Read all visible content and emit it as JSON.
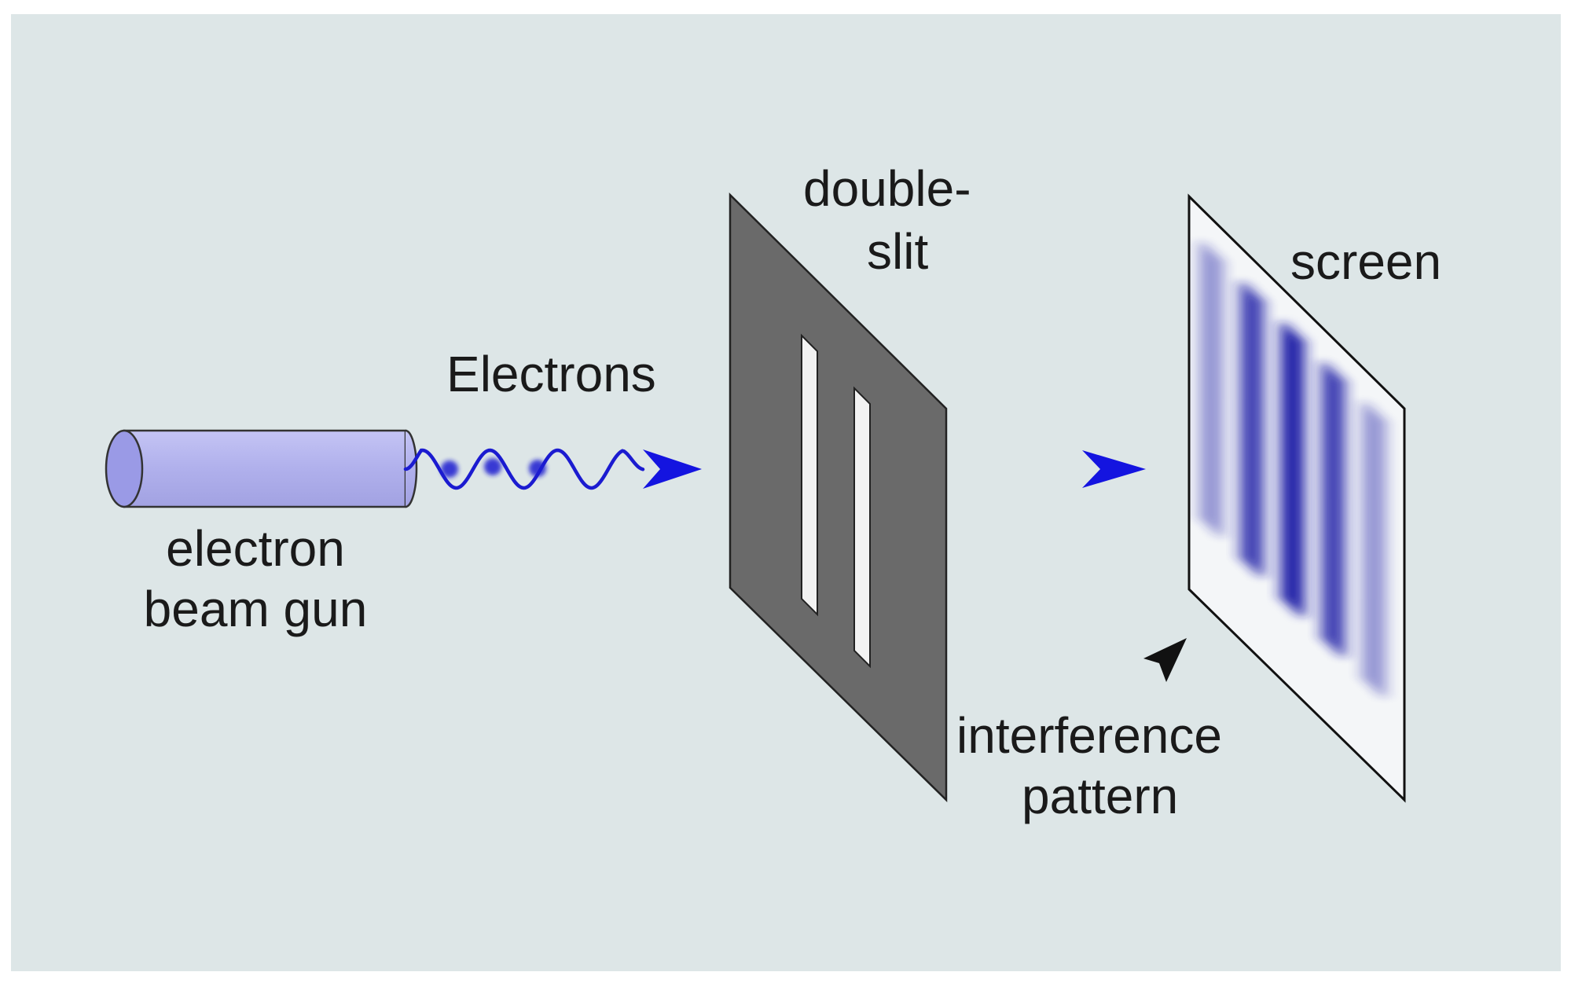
{
  "labels": {
    "electrons": "Electrons",
    "gun_line1": "electron",
    "gun_line2": "beam gun",
    "slit_line1": "double-",
    "slit_line2": "slit",
    "screen": "screen",
    "pattern_line1": "interference",
    "pattern_line2": "pattern"
  },
  "colors": {
    "background": "#dde6e7",
    "gun_fill": "#b2b2ee",
    "gun_cap": "#9a9ae6",
    "wave": "#1b1bd0",
    "arrow": "#1414e0",
    "slit_plate": "#6a6a6a",
    "slit_opening": "#f2f2f2",
    "screen_fill": "#f4f6f8",
    "fringe_color": "#1a1aa6",
    "pointer": "#111111"
  },
  "icons": {
    "beam_arrow": "arrowhead-icon",
    "pointer": "pointer-arrow-icon"
  },
  "fringes": {
    "count": 5,
    "intensity": [
      0.45,
      0.85,
      1.0,
      0.85,
      0.45
    ]
  }
}
